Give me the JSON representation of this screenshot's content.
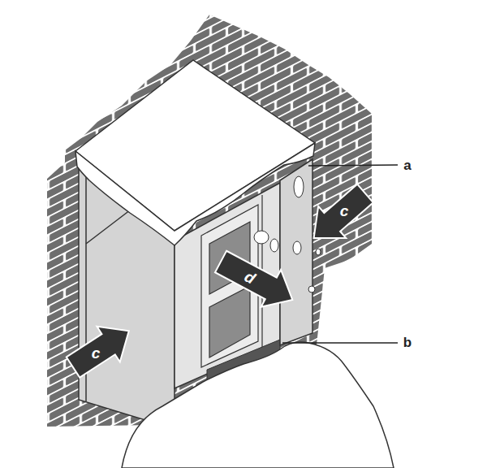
{
  "diagram": {
    "labels": [
      "a",
      "b",
      "c",
      "c",
      "d"
    ]
  }
}
